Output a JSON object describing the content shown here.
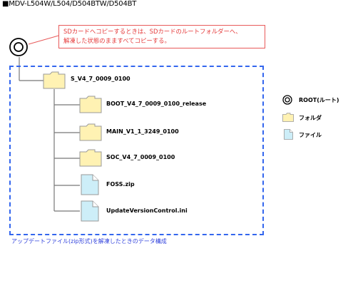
{
  "header": {
    "title": "■MDV-L504W/L504/D504BTW/D504BT"
  },
  "callout": {
    "line1": "SDカードへコピーするときは、SDカードのルートフォルダーへ、",
    "line2": "解凍した状態のまますべてコピーする。"
  },
  "tree": {
    "root_folder": "S_V4_7_0009_0100",
    "children": [
      {
        "label": "BOOT_V4_7_0009_0100_release",
        "kind": "folder"
      },
      {
        "label": "MAIN_V1_1_3249_0100",
        "kind": "folder"
      },
      {
        "label": "SOC_V4_7_0009_0100",
        "kind": "folder"
      },
      {
        "label": "FOSS.zip",
        "kind": "file"
      },
      {
        "label": "UpdateVersionControl.ini",
        "kind": "file"
      }
    ]
  },
  "caption": "アップデートファイル(zip形式)を解凍したときのデータ構成",
  "legend": {
    "root": "ROOT(ルート)",
    "folder": "フォルダ",
    "file": "ファイル"
  },
  "colors": {
    "folder_fill": "#fff2b3",
    "file_fill": "#cdeef8",
    "frame": "#3366ee",
    "callout": "#e53b3b"
  }
}
